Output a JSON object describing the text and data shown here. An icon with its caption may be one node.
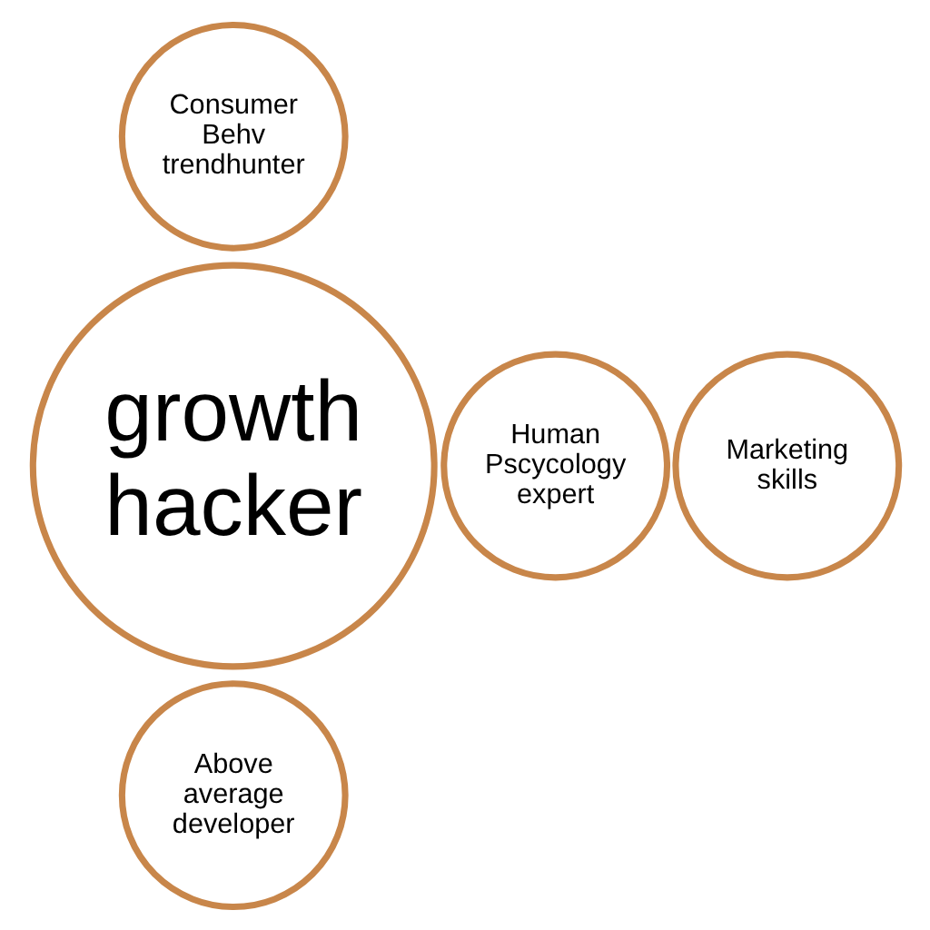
{
  "diagram": {
    "nodes": [
      {
        "text": [
          "Consumer Behv trendhunter"
        ]
      },
      {
        "text": [
          "Human Pscycology expert"
        ]
      },
      {
        "text": [
          "growth hacker"
        ]
      },
      {
        "text": [
          "Marketing skills"
        ]
      },
      {
        "text": [
          "Above average developer"
        ]
      }
    ]
  }
}
